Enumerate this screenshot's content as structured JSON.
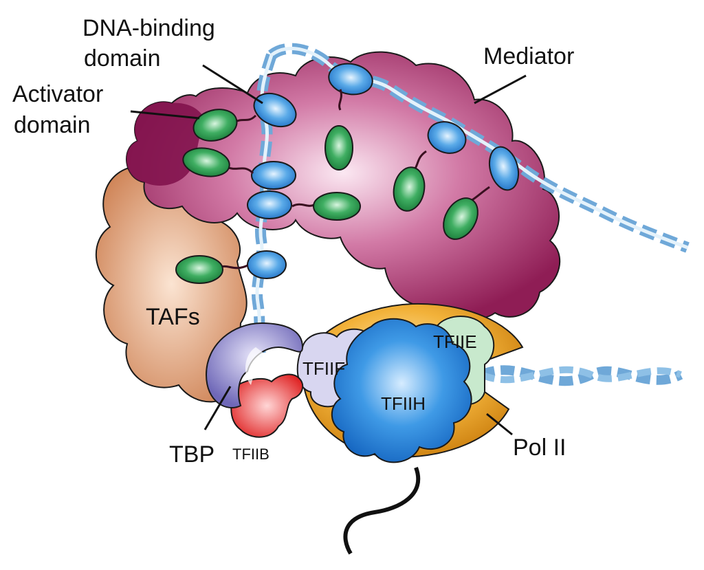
{
  "labels": {
    "dna_binding_1": "DNA-binding",
    "dna_binding_2": "domain",
    "mediator": "Mediator",
    "activator_1": "Activator",
    "activator_2": "domain",
    "tafs": "TAFs",
    "tfiie": "TFIIE",
    "tfiif": "TFIIF",
    "tfiih": "TFIIH",
    "tbp": "TBP",
    "tfiib": "TFIIB",
    "pol2": "Pol II"
  },
  "colors": {
    "mediator": "#9e2a62",
    "mediator_dark": "#7d0f48",
    "mediator_light": "#f0c8dc",
    "tafs": "#d8936a",
    "tafs_light": "#f6d6bf",
    "dna": "#6fa8d8",
    "dna_light": "#d8ecf8",
    "dna_binding": "#3d8fd6",
    "activator": "#2d9a52",
    "tbp": "#8d86c8",
    "tfiib": "#e83a3a",
    "pol2": "#e8a020",
    "tfiif": "#d4d2ee",
    "tfiih": "#2f8ee0",
    "tfiie": "#c6e8cc",
    "rna": "#111111"
  }
}
